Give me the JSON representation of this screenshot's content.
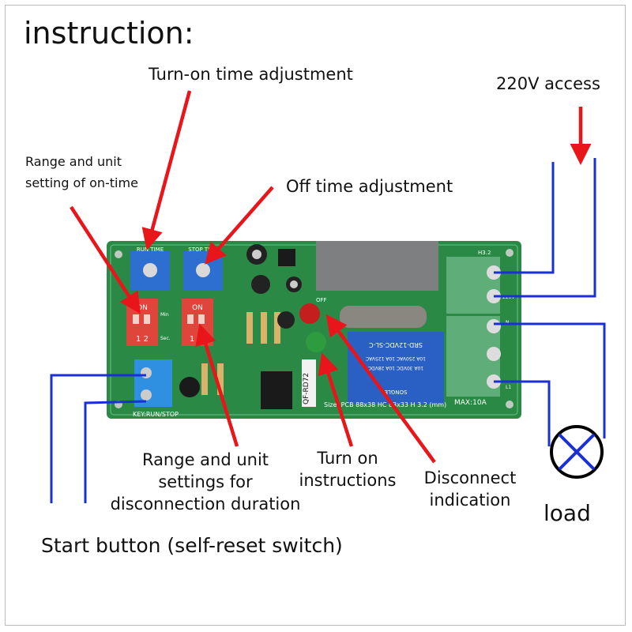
{
  "title": "instruction:",
  "labels": {
    "turn_on_time": "Turn-on time adjustment",
    "ac_access": "220V access",
    "on_range_line1": "Range and unit",
    "on_range_line2": "setting of on-time",
    "off_time": "Off time adjustment",
    "off_range_line1": "Range and unit",
    "off_range_line2": "settings for",
    "off_range_line3": "disconnection duration",
    "turn_on_ind_line1": "Turn on",
    "turn_on_ind_line2": "instructions",
    "disconnect_line1": "Disconnect",
    "disconnect_line2": "indication",
    "load": "load",
    "start_button": "Start button (self-reset switch)"
  },
  "board": {
    "run_time": "RUN TIME",
    "stop_time": "STOP TIME",
    "dip_on": "ON",
    "dip1_nums": "1 2",
    "dip2_nums": "1",
    "min": "Min",
    "sec": "Sec.",
    "key": "KEY:RUN/STOP",
    "model": "QF-RD72",
    "relay_line1": "SRD-12VDC-SL-C",
    "relay_line2": "10A 250VAC 10A 125VAC",
    "relay_line3": "10A 30VDC 10A 28VDC",
    "relay_brand": "SONGLE",
    "max": "MAX:10A",
    "h32": "H3.2",
    "v220": "220V",
    "n": "N",
    "l1": "L1",
    "off": "OFF",
    "size": "Size: PCB 88x38 HC 83x33 H 3.2 (mm)"
  },
  "colors": {
    "arrow": "#e8151b",
    "wire": "#1a2fd6",
    "pcb": "#2a8a45",
    "dip": "#e0453c",
    "pot": "#2c6fd0",
    "terminal": "#5fae7a",
    "relay": "#2a5fc4"
  },
  "icons": [
    "lamp-icon"
  ]
}
